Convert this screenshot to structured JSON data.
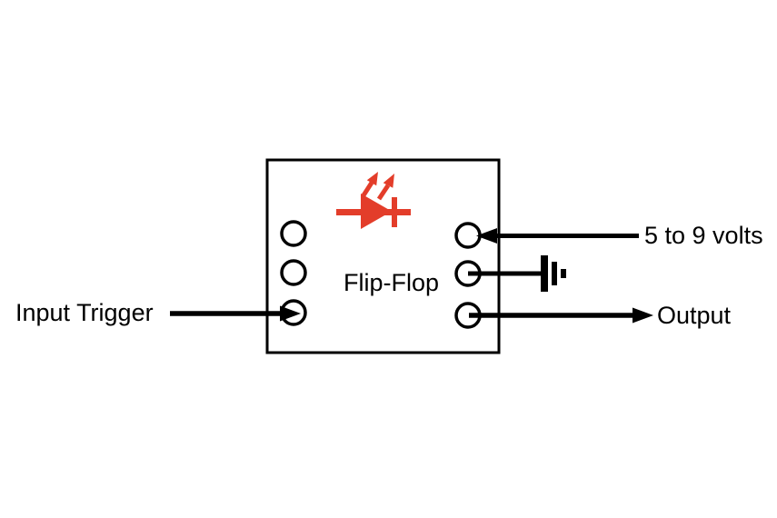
{
  "colors": {
    "background": "#ffffff",
    "ink": "#000000",
    "led_red": "#e33d2a"
  },
  "chip": {
    "label": "Flip-Flop",
    "icon": "led-icon",
    "left_pin_count": 3,
    "right_pin_count": 3
  },
  "connections": [
    {
      "label": "Input Trigger",
      "side": "left",
      "pin": "bottom",
      "direction": "into-chip"
    },
    {
      "label": "5 to 9 volts",
      "side": "right",
      "pin": "top",
      "direction": "into-chip"
    },
    {
      "label": "",
      "side": "right",
      "pin": "middle",
      "symbol": "ground-icon"
    },
    {
      "label": "Output",
      "side": "right",
      "pin": "bottom",
      "direction": "out-of-chip"
    }
  ]
}
